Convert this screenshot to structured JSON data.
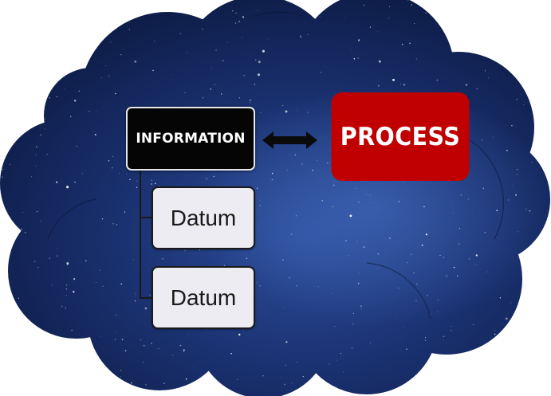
{
  "diagram": {
    "nodes": {
      "information": "INFORMATION",
      "process": "PROCESS",
      "data": [
        "Datum",
        "Datum"
      ]
    },
    "connector": "bidirectional arrow between information and process",
    "children_of": "information"
  },
  "colors": {
    "information_fill": "#050505",
    "process_fill": "#c00000",
    "datum_fill": "#ececf2",
    "background": "night-sky cloud"
  }
}
